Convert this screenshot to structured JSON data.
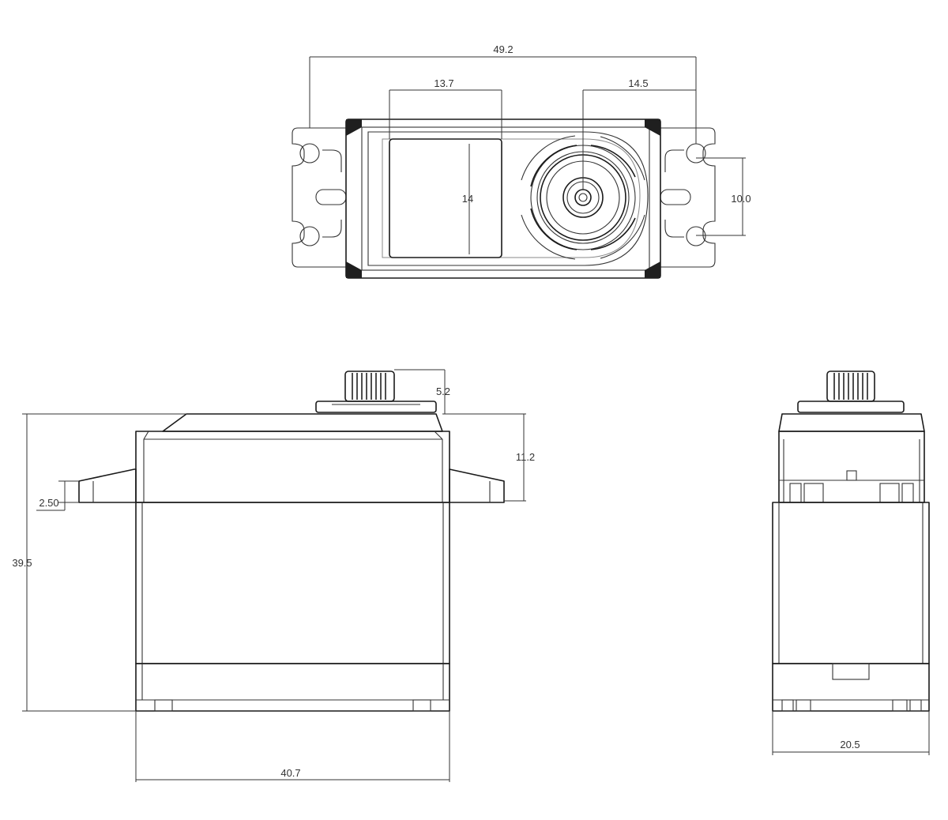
{
  "dimensions": {
    "top_width": "49.2",
    "window_width": "13.7",
    "output_offset": "14.5",
    "window_height": "14",
    "hole_spacing": "10.0",
    "spline_height": "5.2",
    "top_to_tab": "11.2",
    "tab_thickness": "2.50",
    "overall_height": "39.5",
    "front_width": "40.7",
    "side_width": "20.5"
  }
}
